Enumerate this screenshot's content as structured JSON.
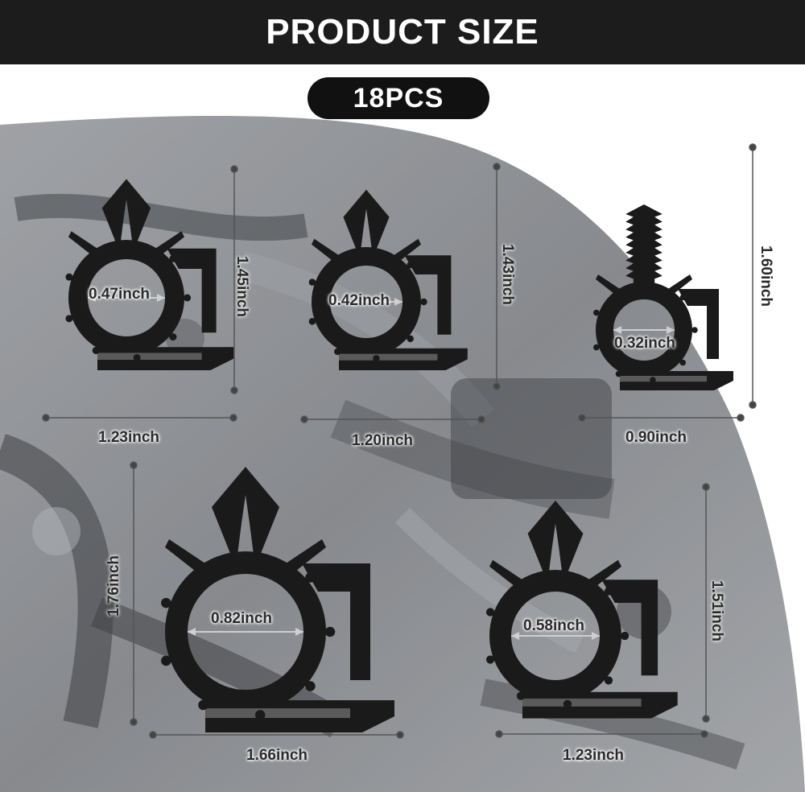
{
  "header": {
    "title": "PRODUCT SIZE"
  },
  "quantity_badge": {
    "label": "18PCS"
  },
  "colors": {
    "header_bg": "#1c1c1c",
    "clip": "#1a1a1a",
    "background_photo": "#7a7d82"
  },
  "clips": [
    {
      "id": "clip-1",
      "inner": "0.47inch",
      "height": "1.45inch",
      "width": "1.23inch"
    },
    {
      "id": "clip-2",
      "inner": "0.42inch",
      "height": "1.43inch",
      "width": "1.20inch"
    },
    {
      "id": "clip-3",
      "inner": "0.32inch",
      "height": "1.60inch",
      "width": "0.90inch"
    },
    {
      "id": "clip-4",
      "inner": "0.82inch",
      "height": "1.76inch",
      "width": "1.66inch"
    },
    {
      "id": "clip-5",
      "inner": "0.58inch",
      "height": "1.51inch",
      "width": "1.23inch"
    }
  ]
}
